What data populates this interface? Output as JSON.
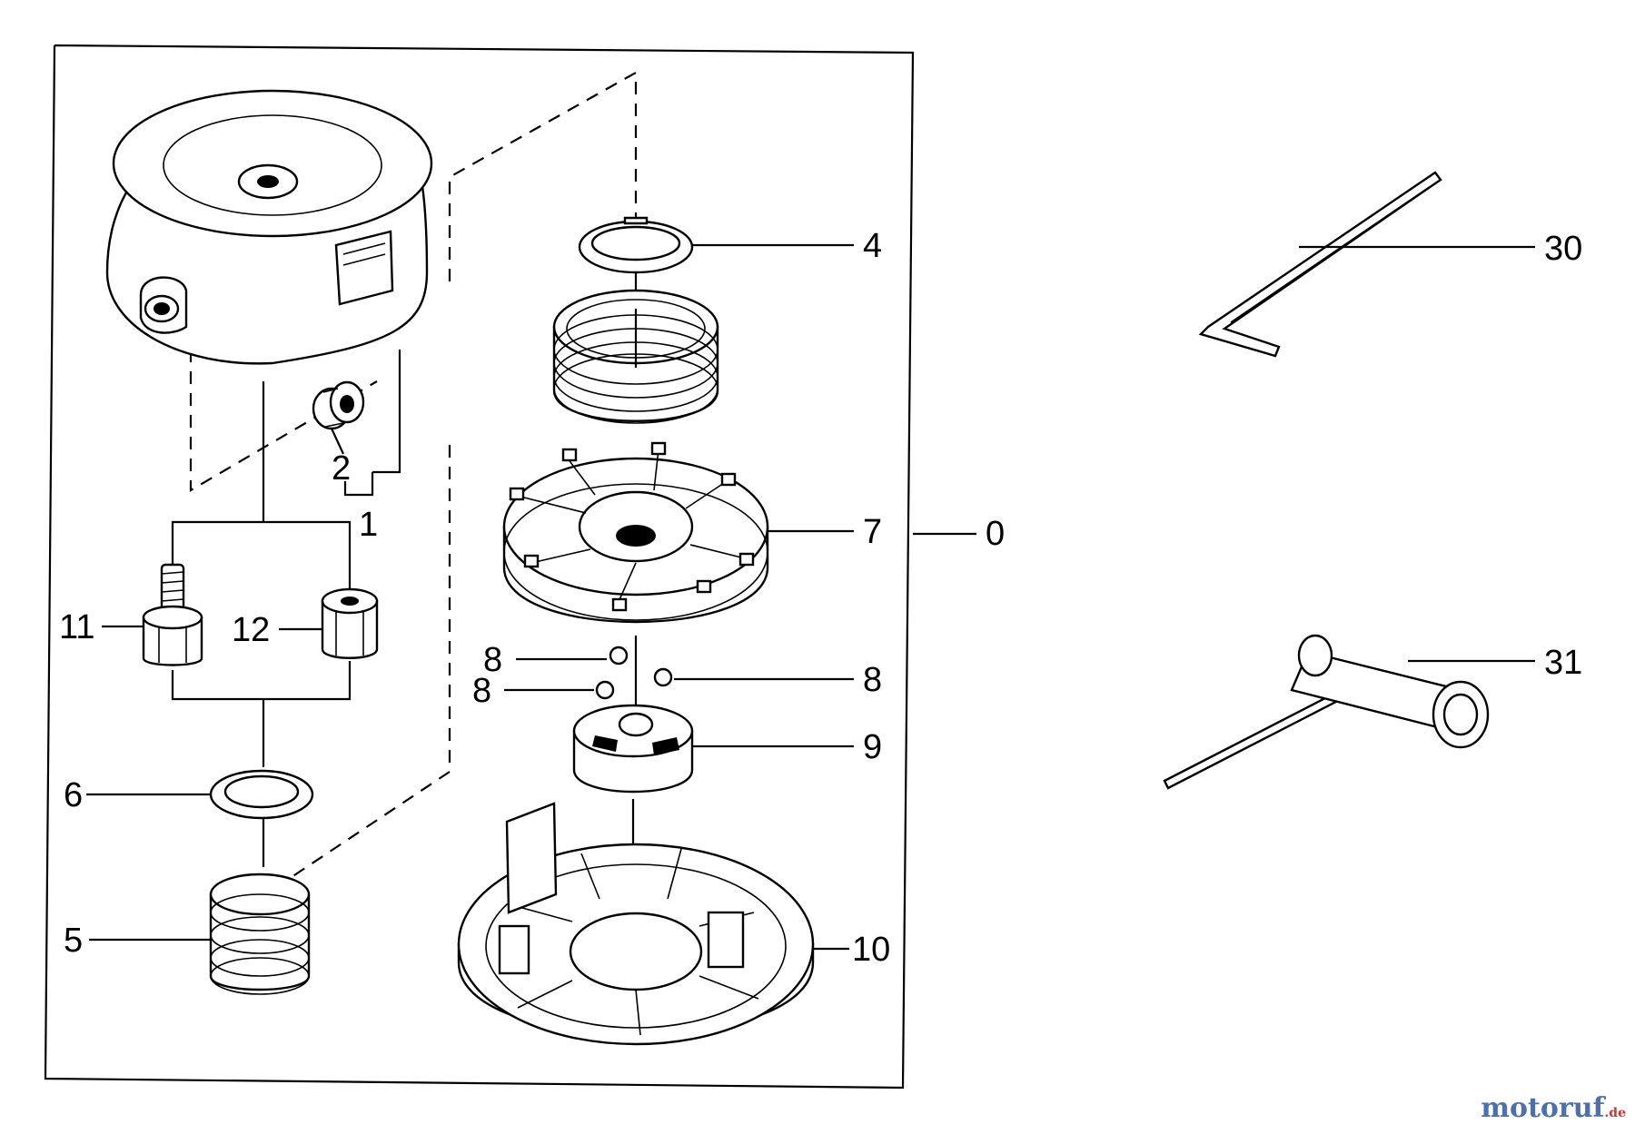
{
  "callouts": [
    {
      "id": "0",
      "text": "0"
    },
    {
      "id": "1",
      "text": "1"
    },
    {
      "id": "2",
      "text": "2"
    },
    {
      "id": "4",
      "text": "4"
    },
    {
      "id": "5",
      "text": "5"
    },
    {
      "id": "6",
      "text": "6"
    },
    {
      "id": "7",
      "text": "7"
    },
    {
      "id": "8a",
      "text": "8"
    },
    {
      "id": "8b",
      "text": "8"
    },
    {
      "id": "8c",
      "text": "8"
    },
    {
      "id": "9",
      "text": "9"
    },
    {
      "id": "10",
      "text": "10"
    },
    {
      "id": "11",
      "text": "11"
    },
    {
      "id": "12",
      "text": "12"
    },
    {
      "id": "30",
      "text": "30"
    },
    {
      "id": "31",
      "text": "31"
    }
  ],
  "watermark": {
    "main": "motoruf",
    "suffix": ".de"
  },
  "icons": [
    "cover-icon",
    "bolt-icon",
    "nut-icon",
    "washer-icon",
    "spring-icon",
    "reel-icon",
    "spool-icon",
    "ball-icon",
    "cam-icon",
    "base-icon",
    "hex-key-icon",
    "plug-wrench-icon"
  ]
}
